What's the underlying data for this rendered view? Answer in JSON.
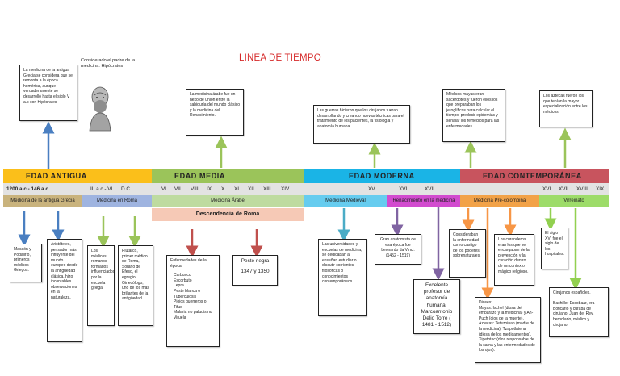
{
  "title": "LINEA DE TIEMPO",
  "portrait_caption": "Considerado el padre de la medicina: Hipócrates",
  "eras": [
    {
      "label": "EDAD   ANTIGUA",
      "color": "#fbbf1a"
    },
    {
      "label": "EDAD   MEDIA",
      "color": "#9bc45a"
    },
    {
      "label": "EDAD   MODERNA",
      "color": "#1ab4e6"
    },
    {
      "label": "EDAD   CONTEMPORÁNEA",
      "color": "#c8545e"
    }
  ],
  "timeline": {
    "start_label": "1200 a.c  -  146  a.c",
    "antigua_marks": [
      "III a.c - VI",
      "D.C"
    ],
    "media_centuries": [
      "VI",
      "VII",
      "VIII",
      "IX",
      "X",
      "XI",
      "XII",
      "XIII",
      "XIV"
    ],
    "moderna_centuries": [
      "XV",
      "XVI",
      "XVII"
    ],
    "contemporanea_centuries": [
      "XVI",
      "XVII",
      "XVIII",
      "XIX"
    ]
  },
  "bands": [
    {
      "label": "Medicina de la antigua Grecia",
      "color": "#c9b37d"
    },
    {
      "label": "Medicina en Roma",
      "color": "#9fb4e0"
    },
    {
      "label": "Medicina Árabe",
      "color": "#bedba0"
    },
    {
      "label": "Descendencia de Roma",
      "color": "#f6c9b6"
    },
    {
      "label": "Medicina Medieval",
      "color": "#66ccef"
    },
    {
      "label": "Renacimiento en la medicina",
      "color": "#d24bcf"
    },
    {
      "label": "Medicina Pre-colombina",
      "color": "#f2a248"
    },
    {
      "label": "Virreinato",
      "color": "#9ddc69"
    }
  ],
  "top_boxes": {
    "grecia": "La medicina de la antigua Grecia se considera que se remonta a la época homérica, aunque verdaderamente se desarrolló hasta el siglo V a.c con Hipócrates",
    "arabe": "La medicina árabe fue un nexo de unión entre la sabiduría del mundo clásico y la medicina del Renacimiento.",
    "moderna": "Las guerras hicieron que los cirujanos fueran desarrollando y creando nuevas técnicas para el tratamiento de los pacientes, la fisiología y anatomía humana.",
    "mayas": "Médicos mayas eran sacerdotes y fueron ellos los que preparaban los jeroglíficos para calcular el tiempo, predecir epidemias y señalar los remedios para las enfermedades.",
    "aztecas": "Los aztecas fueron los que tenían la mayor especialización entre los médicos."
  },
  "bottom_boxes": {
    "macaon": "Macaón y Podalirio, primeros médicos Griegos.",
    "aristoteles": "Aristóteles, pensador más influyente del mundo europeo desde la antigüedad clásica, hizo incontables observaciones en la naturaleza.",
    "romanos": "Los médicos romanos formados influenciados por la escuela griega.",
    "plutarco": "Plutarco, primer médico de Roma, Sorano de Efeso, el egregio Ginecólogo, uno de los más brillantes de la antigüedad.",
    "enfermedades_title": "Enfermedades de la época:",
    "enfermedades_list": [
      "Carbunco",
      "Escorbuto",
      "Lepra",
      "Peste blanca o Tuberculosis",
      "Piojos guerreros o Tifus",
      "Malaria no paludismo",
      "Viruela"
    ],
    "peste_title": "Peste negra",
    "peste_years": "1347 y 1350",
    "universidades": "Las universidades y escuelas de medicina, se dedicaban a enseñar, estudiar o discutir corrientes filosóficas o conocimientos contemporáneos.",
    "davinci": "Gran anatomista de esa época fue Leonardo da Vinci. (1452  -  1519)",
    "delio": "Excelente profesor de anatomía humana. Marcoantonio Delio Torre ( 1481  -  1512)",
    "castigo": "Consideraban la enfermedad como castigo de los poderes sobrenaturales.",
    "curanderos": "Los curanderos eran los que se encargaban de la prevención y la curación dentro de un contexto mágico religioso.",
    "dioses": "Dioses:\nMayas: Ixchel (diosa del embarazo y la medicina) y Ah-Puch (dios de la muerte).\nAztecas: Tetezoinan (madre de la medicina), Tzapotlatena (diosa de los medicamentos), Xipetotec (dios responsable de la sarna y las enfermedades de los ojos).",
    "siglo16": "El siglo XVI fue el siglo de los hospitales.",
    "cirujanos": "Cirujanos españoles.\n\nBachiller Escobaar, era Boticario y curaba de cirujano. Juan del Rey, herbolario, médico y cirujano."
  },
  "arrow_colors": {
    "blue": "#4a7fc1",
    "green": "#9bc45a",
    "red": "#c0504d",
    "teal": "#4bacc6",
    "purple": "#8064a2",
    "orange": "#f79646",
    "lime": "#92d050"
  }
}
